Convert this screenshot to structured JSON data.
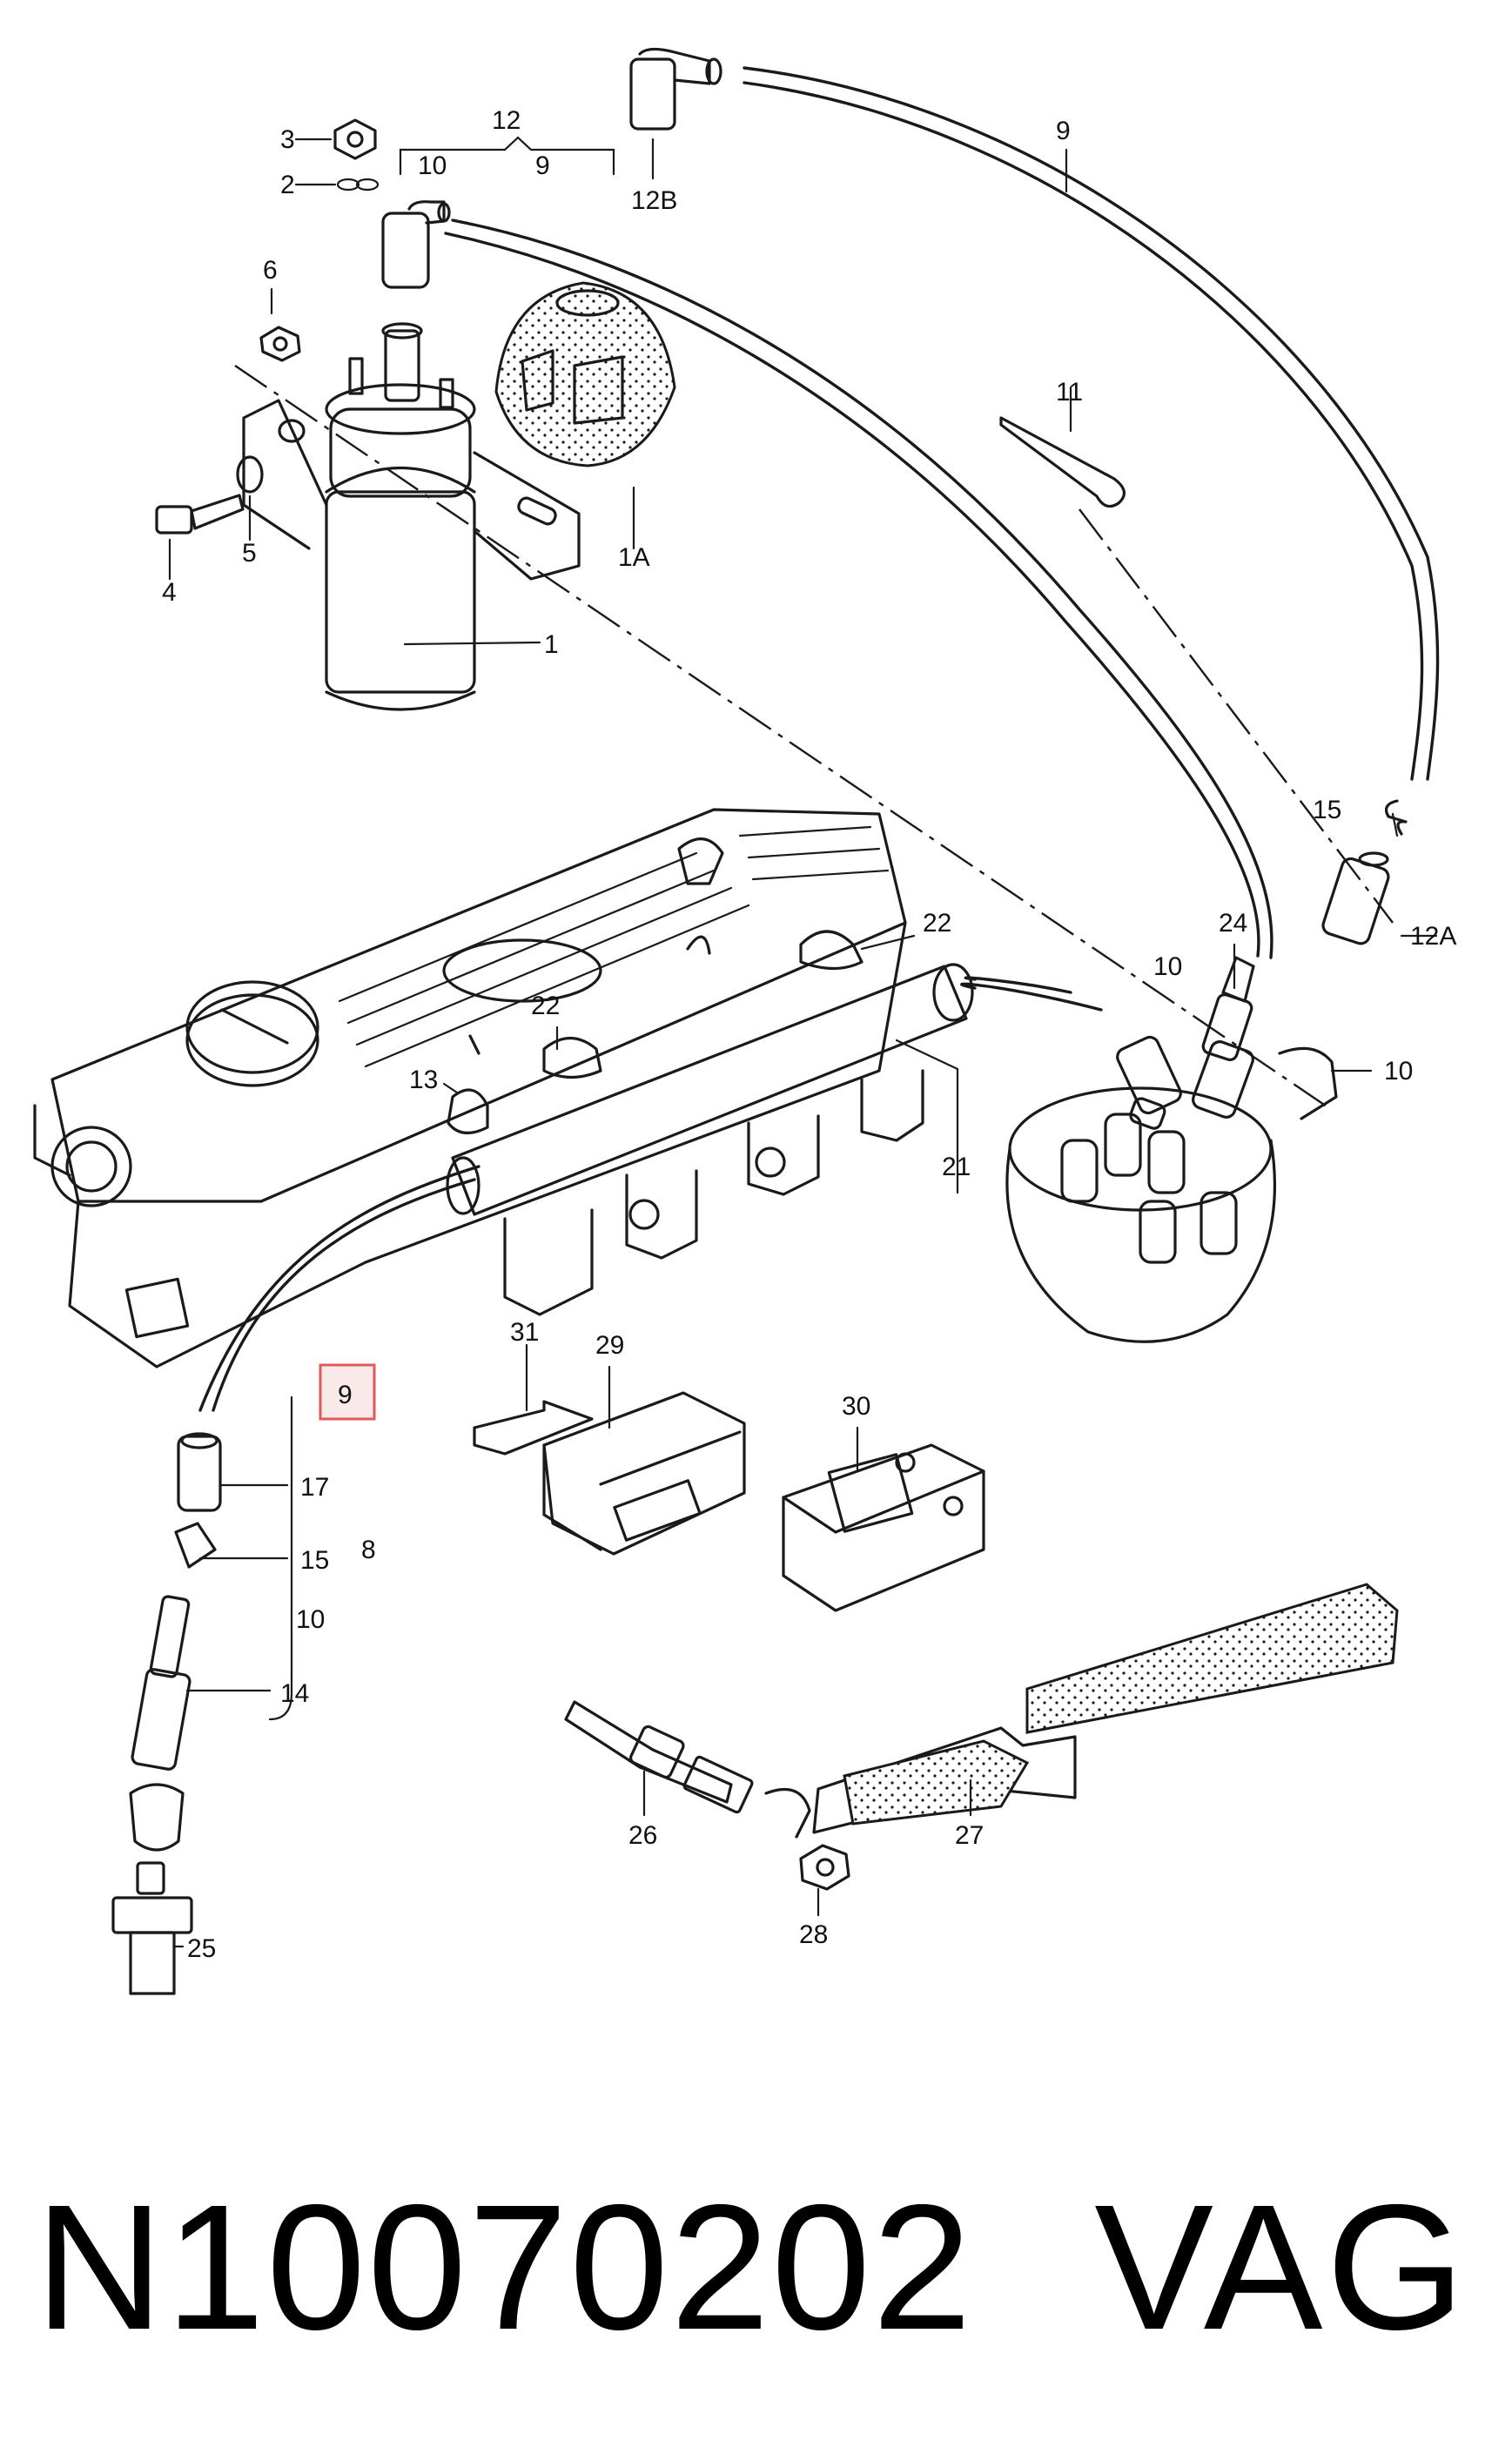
{
  "diagram": {
    "callouts": [
      {
        "id": "lbl-1",
        "text": "1"
      },
      {
        "id": "lbl-1a",
        "text": "1A"
      },
      {
        "id": "lbl-2",
        "text": "2"
      },
      {
        "id": "lbl-3",
        "text": "3"
      },
      {
        "id": "lbl-4",
        "text": "4"
      },
      {
        "id": "lbl-5",
        "text": "5"
      },
      {
        "id": "lbl-6",
        "text": "6"
      },
      {
        "id": "lbl-8",
        "text": "8"
      },
      {
        "id": "lbl-9-top",
        "text": "9"
      },
      {
        "id": "lbl-9-cap",
        "text": "9"
      },
      {
        "id": "lbl-9-low",
        "text": "9"
      },
      {
        "id": "lbl-10-cap",
        "text": "10"
      },
      {
        "id": "lbl-10-left",
        "text": "10"
      },
      {
        "id": "lbl-10-right",
        "text": "10"
      },
      {
        "id": "lbl-10-low",
        "text": "10"
      },
      {
        "id": "lbl-11",
        "text": "11"
      },
      {
        "id": "lbl-12",
        "text": "12"
      },
      {
        "id": "lbl-12a",
        "text": "12A"
      },
      {
        "id": "lbl-12b",
        "text": "12B"
      },
      {
        "id": "lbl-13",
        "text": "13"
      },
      {
        "id": "lbl-14",
        "text": "14"
      },
      {
        "id": "lbl-15-top",
        "text": "15"
      },
      {
        "id": "lbl-15-low",
        "text": "15"
      },
      {
        "id": "lbl-17",
        "text": "17"
      },
      {
        "id": "lbl-21",
        "text": "21"
      },
      {
        "id": "lbl-22-top",
        "text": "22"
      },
      {
        "id": "lbl-22-mid",
        "text": "22"
      },
      {
        "id": "lbl-24",
        "text": "24"
      },
      {
        "id": "lbl-25",
        "text": "25"
      },
      {
        "id": "lbl-26",
        "text": "26"
      },
      {
        "id": "lbl-27",
        "text": "27"
      },
      {
        "id": "lbl-28",
        "text": "28"
      },
      {
        "id": "lbl-29",
        "text": "29"
      },
      {
        "id": "lbl-30",
        "text": "30"
      },
      {
        "id": "lbl-31",
        "text": "31"
      }
    ]
  },
  "footer": {
    "part_number": "N10070202",
    "brand": "VAG"
  },
  "colors": {
    "ink": "#1a1a1a",
    "highlight_box": "#e05a5a"
  }
}
